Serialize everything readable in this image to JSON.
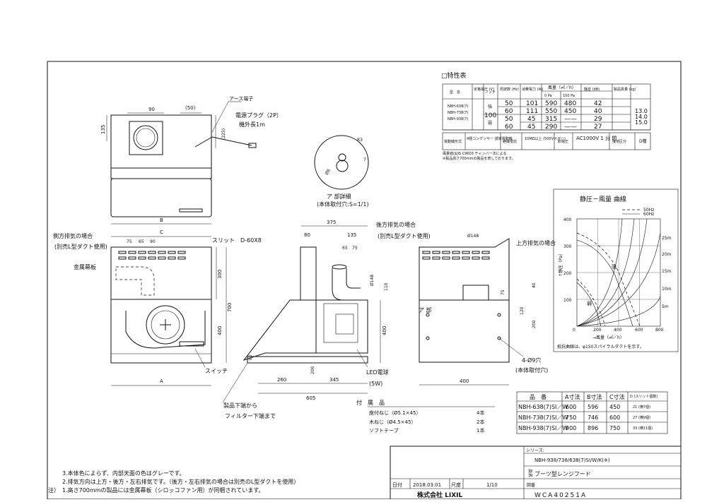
{
  "spec": {
    "title": "□特性表",
    "head": {
      "model": "型　名",
      "voltage": "定格電圧\n(V)",
      "notch": "ノッチ",
      "freq": "周波数\n(Hz)",
      "power": "消費電力\n(W)",
      "airflow": "風量（㎥／h）",
      "p0": "0 Pa",
      "p100": "100 Pa",
      "noise": "騒音\n(dB)",
      "weight": "製品質量\n(kg)"
    },
    "models": [
      "NBH-638(7)",
      "NBH-738(7)",
      "NBH-938(7)"
    ],
    "volt": "100",
    "strong": "強",
    "weak": "弱",
    "rows": [
      {
        "hz": "50",
        "w": "101",
        "p0": "590",
        "p100": "480",
        "db": "42"
      },
      {
        "hz": "60",
        "w": "111",
        "p0": "550",
        "p100": "450",
        "db": "40"
      },
      {
        "hz": "50",
        "w": "45",
        "p0": "315",
        "p100": "——",
        "db": "29"
      },
      {
        "hz": "60",
        "w": "45",
        "p0": "290",
        "p100": "——",
        "db": "27"
      }
    ],
    "weights": [
      "13.0",
      "14.0",
      "15.0"
    ],
    "motor_label": "電動機形式",
    "motor": "4極コンデンサー\n誘導電動機",
    "insul_label": "絶縁抵抗",
    "insul": "10MΩ以上\n(500Vメガー)",
    "withstand_label": "耐電圧",
    "withstand": "AC1000V\n1 分 間",
    "ground_label": "接地区分",
    "ground": "D種",
    "note1": "風量値はJIS C9603 チャンバー法による",
    "note2": "※製品高さ700mmの製品を表しております。"
  },
  "graph": {
    "title": "静圧－風量  曲線",
    "legend": [
      "50Hz",
      "60Hz"
    ],
    "ylabel": "↑静圧（Pa）",
    "xlabel": "→風量（㎥／h）",
    "y_ticks": [
      "400",
      "300",
      "200",
      "100",
      "0"
    ],
    "x_ticks": [
      "200",
      "400",
      "600",
      "800"
    ],
    "duct_lengths": [
      "25m",
      "20m",
      "15m",
      "10m",
      "5m"
    ],
    "strong": "強",
    "weak": "弱",
    "footnote": "抵抗曲線は、φ150スパイラルダクトを示す。"
  },
  "top_view": {
    "earth": "アース端子",
    "plug": "電源プラグ（2P）",
    "cord": "機外長1m",
    "d90": "90",
    "d50": "(50)",
    "d135": "135",
    "d225": "(225)",
    "b": "B"
  },
  "detail": {
    "r3": "R3",
    "d86": "Ø6",
    "d7": "7",
    "title": "ア 部詳細",
    "sub": "(本体取付穴:S=1/1)"
  },
  "front_view": {
    "c": "C",
    "side_exhaust": "側方排気の場合",
    "side_sub": "(別売L型ダクト使用)",
    "slit": "スリット　D-60X8",
    "d75": "75",
    "d65": "65",
    "d90": "90",
    "metal": "金属幕板",
    "d300": "300",
    "d700": "700",
    "d400": "400",
    "switch": "スイッチ",
    "a": "A"
  },
  "side_view": {
    "d375": "375",
    "d80": "80",
    "d135": "135",
    "d65": "65",
    "d75": "75",
    "back": "後方排気の場合",
    "back_sub": "(別売L型ダクト使用)",
    "d148": "Ø148",
    "d110": "110",
    "d400": "400",
    "d80b": "80",
    "d200": "200",
    "d260": "260",
    "d345": "345",
    "d605": "605",
    "led": "LED電球",
    "led_w": "(5W)",
    "bottom_note1": "製品下端から",
    "bottom_note2": "フィルター下端まで"
  },
  "rear_view": {
    "top_exhaust": "上方排気の場合",
    "d148": "Ø148",
    "d75": "75",
    "d40": "40",
    "a_part": "ア 部",
    "d120": "120",
    "d200": "200",
    "hole": "4-Ø9穴",
    "hole_sub": "(本体取付穴)",
    "d400": "400"
  },
  "accessories": {
    "title": "付　属　品",
    "items": [
      {
        "name": "座付ねじ（Ø5.1×45）",
        "qty": "4本"
      },
      {
        "name": "木ねじ（Ø4.5×45）",
        "qty": "2本"
      },
      {
        "name": "ソフトテープ",
        "qty": "1本"
      }
    ]
  },
  "dim_table": {
    "headers": [
      "品　番",
      "A寸法",
      "B寸法",
      "C寸法",
      "D\n(スリット個数)"
    ],
    "rows": [
      {
        "model": "NBH-638(7)SI／W",
        "a": "600",
        "b": "596",
        "c": "450",
        "d": "21\n(横7個)"
      },
      {
        "model": "NBH-738(7)SI／W",
        "a": "750",
        "b": "746",
        "c": "600",
        "d": "27\n(横9個)"
      },
      {
        "model": "NBH-938(7)SI／W",
        "a": "900",
        "b": "896",
        "c": "750",
        "d": "33\n(横11個)"
      }
    ]
  },
  "notes": {
    "label": "注）",
    "lines": [
      "3.本体色によらず、内部天面の色はグレーです。",
      "2.排気方向は上方・後方・左右排気です。（後方・左右排気の場合は別売のL型ダクトを使用）",
      "1.高さ700mmの製品には金属幕板（シロッコファン用）が同梱されています。"
    ]
  },
  "title_block": {
    "series_label": "シリーズ:",
    "model": "NBH-938/738/638(7)SI/W/K(※)",
    "name_label": "品名",
    "name": "ブーツ型レンジフード",
    "date_label": "日付",
    "date": "2018.03.01",
    "scale_label": "尺度",
    "scale": "1/10",
    "company": "株式会社 LIXIL",
    "drawing_no": "WCA40251A",
    "drawing_no_label": "図番"
  }
}
